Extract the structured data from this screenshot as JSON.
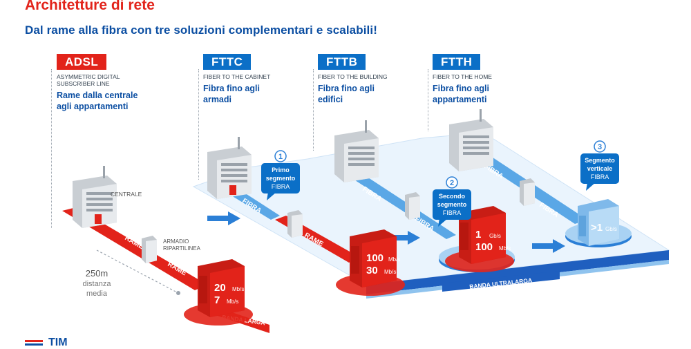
{
  "header": {
    "title": "Architetture di rete",
    "subtitle": "Dal rame alla fibra con tre soluzioni complementari e scalabili!"
  },
  "solutions": [
    {
      "badge": "ADSL",
      "caption_1": "Asymmetric digital",
      "caption_2": "subscriber line",
      "desc_1": "Rame dalla centrale",
      "desc_2": "agli appartamenti",
      "color": "#e2231a"
    },
    {
      "badge": "FTTC",
      "caption_1": "Fiber to the cabinet",
      "caption_2": "",
      "desc_1": "Fibra fino agli",
      "desc_2": "armadi",
      "color": "#0b6fc7"
    },
    {
      "badge": "FTTB",
      "caption_1": "Fiber to the building",
      "caption_2": "",
      "desc_1": "Fibra fino agli",
      "desc_2": "edifici",
      "color": "#0b6fc7"
    },
    {
      "badge": "FTTH",
      "caption_1": "Fiber to the home",
      "caption_2": "",
      "desc_1": "Fibra fino agli",
      "desc_2": "appartamenti",
      "color": "#0b6fc7"
    }
  ],
  "labels": {
    "centrale": "CENTRALE",
    "armadio_1": "ARMADIO",
    "armadio_2": "RIPARTILINEA",
    "rame": "RAME",
    "fibra": "FIBRA",
    "distance_value": "250m",
    "distance_line_2": "distanza",
    "distance_line_3": "media",
    "banda_larga": "BANDA LARGA",
    "banda_ultralarga": "BANDA ULTRALARGA"
  },
  "callouts": [
    {
      "number": "1",
      "line_1": "Primo",
      "line_2": "segmento",
      "line_3": "FIBRA"
    },
    {
      "number": "2",
      "line_1": "Secondo",
      "line_2": "segmento",
      "line_3": "FIBRA"
    },
    {
      "number": "3",
      "line_1": "Segmento",
      "line_2": "verticale",
      "line_3": "FIBRA"
    }
  ],
  "speeds": {
    "adsl_down": "20",
    "adsl_up": "7",
    "unit_mb": "Mb/s",
    "fttc_down": "100",
    "fttc_up": "30",
    "fttb_down": "1",
    "fttb_up": "100",
    "unit_gb": "Gb/s",
    "ftth_prefix": ">1"
  },
  "logo": {
    "text": "TIM"
  },
  "colors": {
    "red": "#e2231a",
    "blue": "#0b4ea2",
    "light_blue": "#6fb4ea"
  }
}
